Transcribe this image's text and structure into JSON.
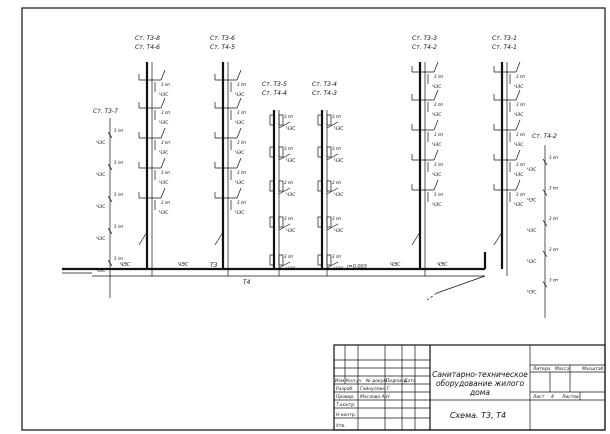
{
  "risers": [
    {
      "id": "r1",
      "t3": "Ст. Т3-8",
      "t4": "Ст. Т4-6",
      "floor_labels": [
        "ЧЭС",
        "ЧЭС",
        "ЧЭС",
        "ЧЭС",
        "ЧЭС"
      ]
    },
    {
      "id": "r2",
      "t3": "Ст. Т3-6",
      "t4": "Ст. Т4-5",
      "floor_labels": [
        "ЧЭС",
        "ЧЭС",
        "ЧЭС",
        "ЧЭС",
        "ЧЭС"
      ]
    },
    {
      "id": "r3",
      "t3": "Ст. Т3-5",
      "t4": "Ст. Т4-4",
      "floor_labels": [
        "ЧЭС",
        "ЧЭС",
        "ЧЭС",
        "ЧЭС",
        "ЧЭС"
      ]
    },
    {
      "id": "r4",
      "t3": "Ст. Т3-4",
      "t4": "Ст. Т4-3",
      "floor_labels": [
        "ЧЭС",
        "ЧЭС",
        "ЧЭС",
        "ЧЭС",
        "ЧЭС"
      ]
    },
    {
      "id": "r5",
      "t3": "Ст. Т3-3",
      "t4": "Ст. Т4-2",
      "floor_labels": [
        "ЧЭС",
        "ЧЭС",
        "ЧЭС",
        "ЧЭС",
        "ЧЭС"
      ]
    },
    {
      "id": "r6",
      "t3": "Ст. Т3-1",
      "t4": "Ст. Т4-1",
      "floor_labels": [
        "ЧЭС",
        "ЧЭС",
        "ЧЭС",
        "ЧЭС",
        "ЧЭС"
      ]
    }
  ],
  "side_risers": {
    "left": {
      "label": "Ст. Т3-7",
      "floor_labels": [
        "ЧЭС",
        "ЧЭС",
        "ЧЭС",
        "ЧЭС",
        "ЧЭС"
      ]
    },
    "right": {
      "label": "Ст. Т4-2",
      "floor_labels": [
        "ЧЭС",
        "ЧЭС",
        "ЧЭС",
        "ЧЭС",
        "ЧЭС"
      ]
    }
  },
  "dim_label": "3 пп",
  "mains": {
    "t3": "Т3",
    "t4": "Т4",
    "slope": "i=0.003",
    "seg_label": "ЧЭС"
  },
  "title_block": {
    "title_line1": "Санитарно-техническое",
    "title_line2": "оборудование жилого",
    "title_line3": "дома",
    "sheet_title": "Схема. Т3, Т4",
    "col_headers": [
      "Изм",
      "Кол.уч",
      "№ докум.",
      "Подпись",
      "Дата"
    ],
    "rows": [
      {
        "role": "Разраб.",
        "name": "Гайнуллин Г."
      },
      {
        "role": "Провер.",
        "name": "Маслова А.Н."
      },
      {
        "role": "Т.контр.",
        "name": ""
      },
      {
        "role": "Н.контр.",
        "name": ""
      },
      {
        "role": "Утв.",
        "name": ""
      }
    ],
    "stage_label": "Литера",
    "sheet_label": "Масса",
    "scale_label": "Масштаб",
    "sheet_no_label": "Лист",
    "sheets_label": "Листов",
    "sheet_no": "4"
  }
}
